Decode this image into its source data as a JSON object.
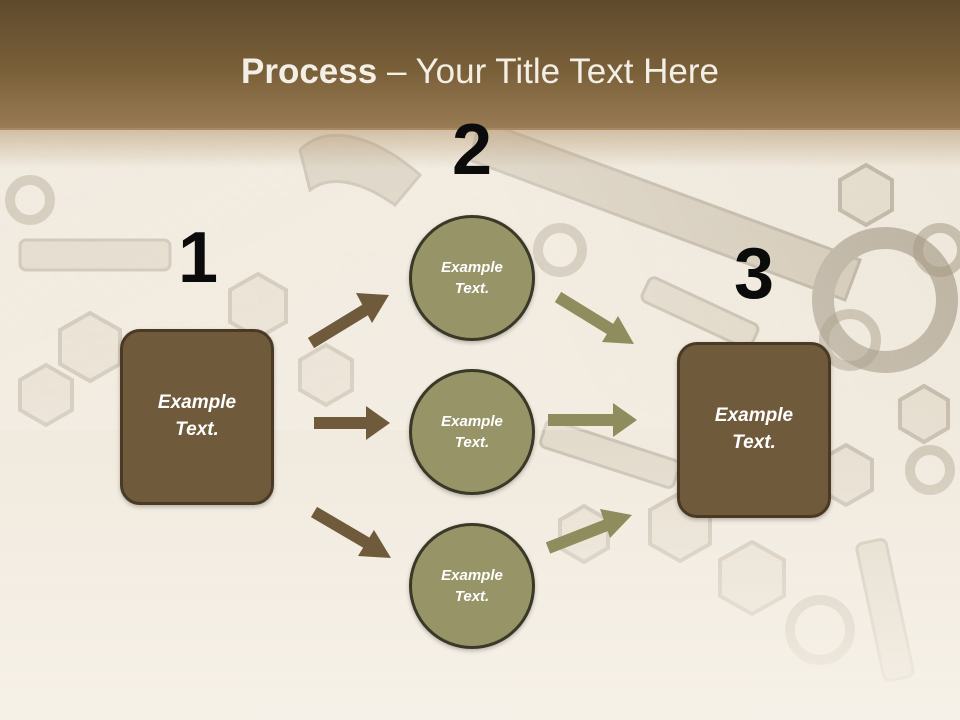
{
  "slide": {
    "title_bold": "Process",
    "title_rest": " – Your Title Text Here"
  },
  "steps": {
    "one": {
      "number": "1",
      "box_label": "Example\nText."
    },
    "two": {
      "number": "2",
      "circles": [
        "Example\nText.",
        "Example\nText.",
        "Example\nText."
      ]
    },
    "three": {
      "number": "3",
      "box_label": "Example\nText."
    }
  },
  "colors": {
    "header": "#6b5434",
    "box_fill": "#705a3c",
    "circle_fill": "#979468",
    "arrow_brown": "#705a3c",
    "arrow_olive": "#8f8c5e"
  },
  "background_motif": "nuts-bolts-wrenches"
}
